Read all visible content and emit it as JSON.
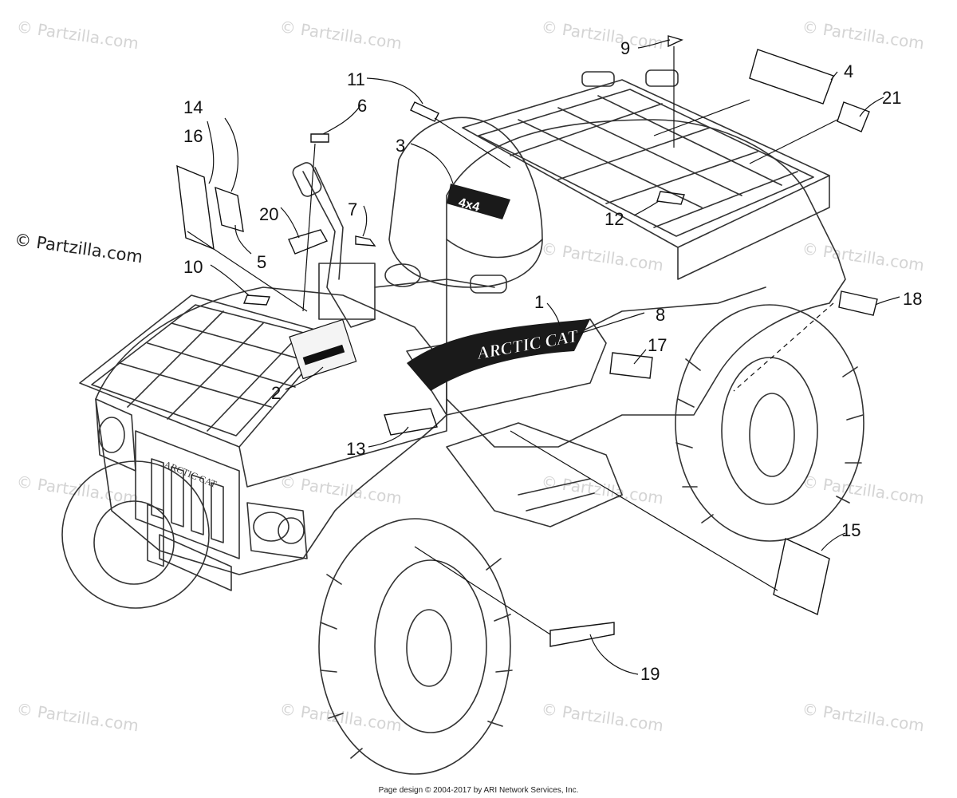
{
  "diagram": {
    "accent_color": "#111111",
    "line_color": "#333333",
    "callouts": [
      "1",
      "2",
      "3",
      "4",
      "5",
      "6",
      "7",
      "8",
      "9",
      "10",
      "11",
      "12",
      "13",
      "14",
      "15",
      "16",
      "17",
      "18",
      "19",
      "20",
      "21"
    ]
  },
  "watermark": {
    "text": "© Partzilla.com"
  },
  "decals": {
    "brand": "ARCTIC CAT",
    "grille_brand": "ARCTIC CAT",
    "hood": "4x4"
  },
  "footer": {
    "text": "Page design © 2004-2017 by ARI Network Services, Inc."
  }
}
